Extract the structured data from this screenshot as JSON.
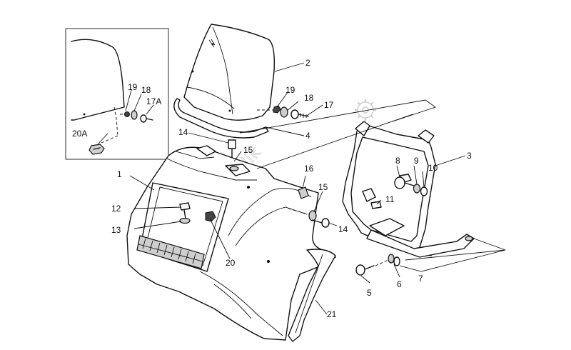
{
  "watermark": "Partsrepublik",
  "callouts": {
    "c1": "1",
    "c2": "2",
    "c3": "3",
    "c4": "4",
    "c5": "5",
    "c6": "6",
    "c7": "7",
    "c8": "8",
    "c9": "9",
    "c10": "10",
    "c11": "11",
    "c12": "12",
    "c13": "13",
    "c14a": "14",
    "c14b": "14",
    "c15a": "15",
    "c15b": "15",
    "c16": "16",
    "c17": "17",
    "c18": "18",
    "c19": "19",
    "c20": "20",
    "c21": "21",
    "inset19": "19",
    "inset18": "18",
    "inset17A": "17A",
    "inset20A": "20A"
  }
}
